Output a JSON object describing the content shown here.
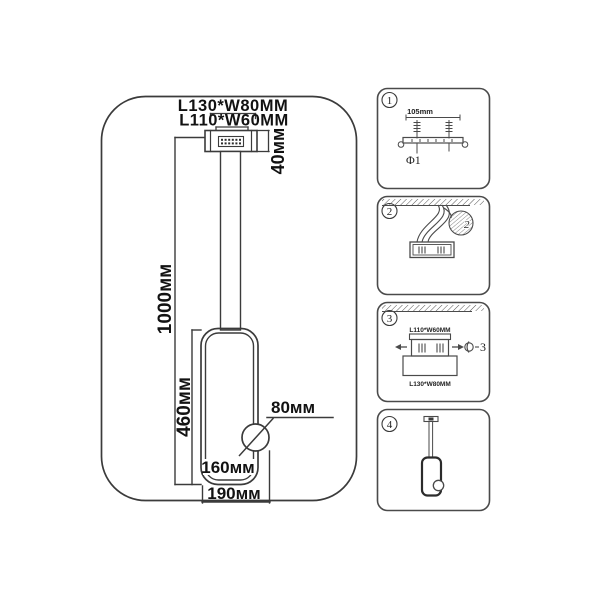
{
  "colors": {
    "line": "#3b3b3b",
    "panel_line": "#4a4a4a",
    "text": "#121212"
  },
  "main_diagram": {
    "labels": {
      "canopy_outer": "L130*W80MM",
      "canopy_inner": "L110*W60MM",
      "canopy_height": "40мм",
      "total_height": "1000мм",
      "frame_height": "460мм",
      "ring_diameter": "80мм",
      "frame_inner_width": "160мм",
      "total_width": "190мм"
    }
  },
  "panels": [
    {
      "number": "1",
      "bracket_width": "105mm",
      "part_label": "Φ1"
    },
    {
      "number": "2",
      "part_label": "2"
    },
    {
      "number": "3",
      "plate_label": "L110*W60MM",
      "canopy_label": "L130*W80MM",
      "part_label": "3"
    },
    {
      "number": "4"
    }
  ]
}
